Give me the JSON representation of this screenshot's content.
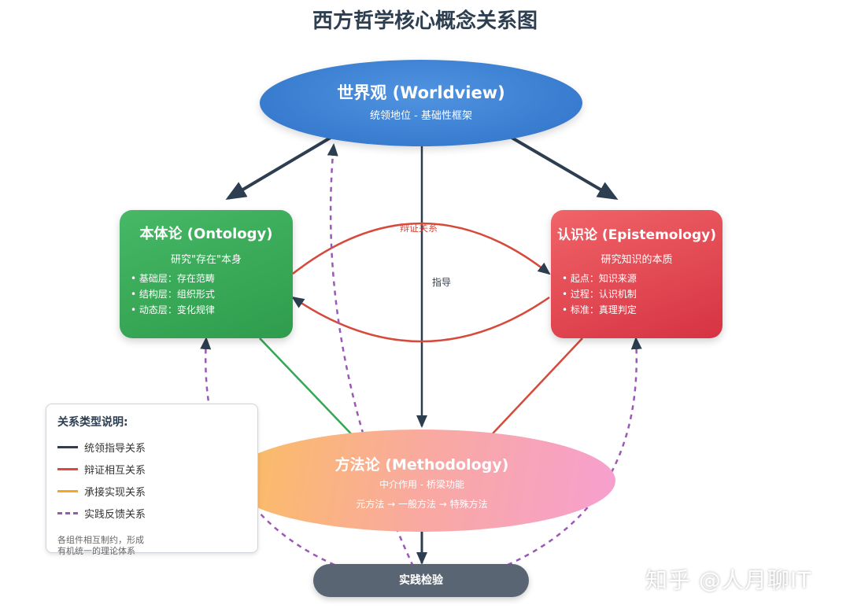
{
  "title": "西方哲学核心概念关系图",
  "worldview": {
    "title": "世界观 (Worldview)",
    "subtitle": "统领地位 - 基础性框架"
  },
  "ontology": {
    "title": "本体论 (Ontology)",
    "subtitle": "研究\"存在\"本身",
    "items": [
      "基础层：存在范畴",
      "结构层：组织形式",
      "动态层：变化规律"
    ]
  },
  "epistemology": {
    "title": "认识论 (Epistemology)",
    "subtitle": "研究知识的本质",
    "items": [
      "起点：知识来源",
      "过程：认识机制",
      "标准：真理判定"
    ]
  },
  "methodology": {
    "title": "方法论 (Methodology)",
    "subtitle": "中介作用 - 桥梁功能",
    "chain": "元方法 → 一般方法 → 特殊方法"
  },
  "practice": {
    "label": "实践检验"
  },
  "edge_labels": {
    "dialectic": "辩证关系",
    "guide": "指导"
  },
  "legend": {
    "title": "关系类型说明:",
    "items": [
      {
        "label": "统领指导关系",
        "color": "#2c3e50",
        "style": "solid"
      },
      {
        "label": "辩证相互关系",
        "color": "#e0473e",
        "style": "solid"
      },
      {
        "label": "承接实现关系",
        "color": "#f5a623",
        "style": "solid"
      },
      {
        "label": "实践反馈关系",
        "color": "#9b59b6",
        "style": "dashed"
      }
    ],
    "note_line1": "各组件相互制约，形成",
    "note_line2": "有机统一的理论体系"
  },
  "watermark": "知乎 @人月聊IT",
  "colors": {
    "worldview": "#3a7fd4",
    "ontology": "#33a852",
    "epistemology": "#e0474f",
    "methodology_start": "#fbbf5f",
    "methodology_end": "#f79fd0",
    "practice": "#5a6573",
    "dark_arrow": "#2c3e50",
    "red_arrow": "#d64a3b",
    "green_arrow": "#33a852",
    "purple_arrow": "#9b59b6"
  }
}
